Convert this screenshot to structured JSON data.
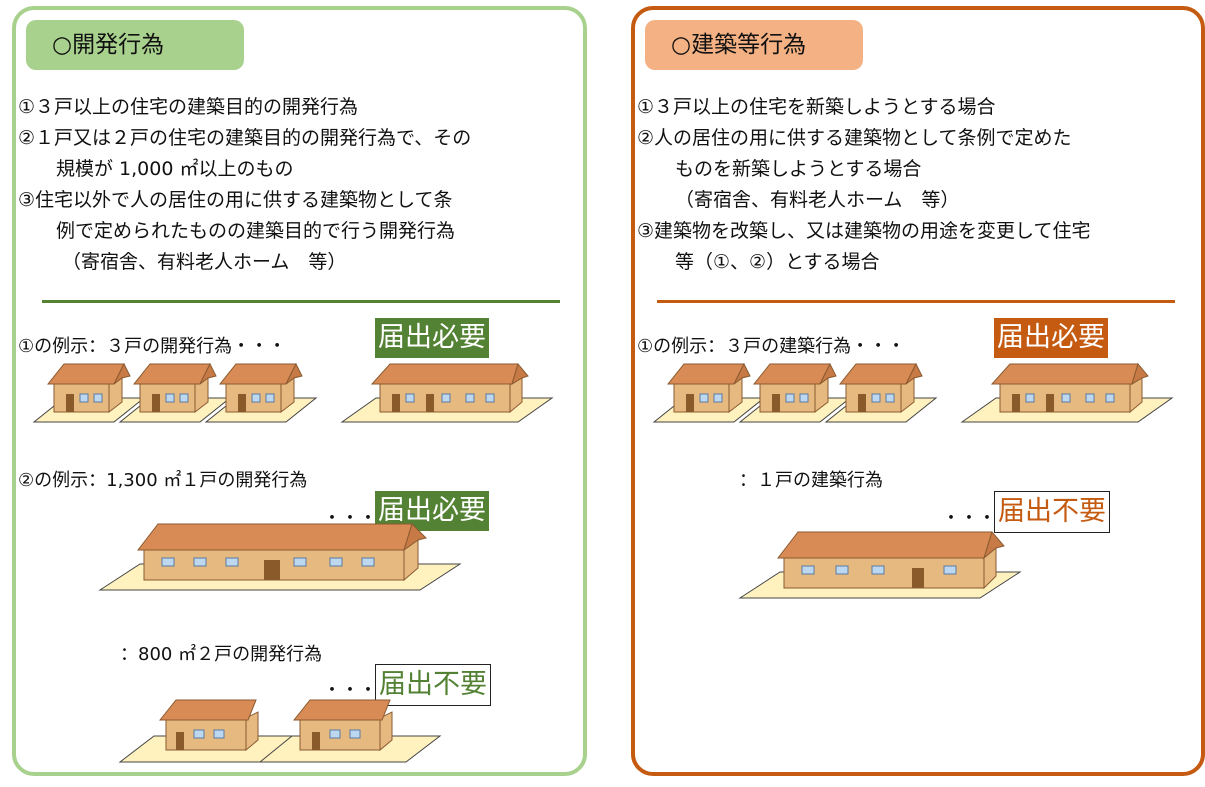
{
  "left": {
    "title": "○開発行為",
    "items": [
      {
        "text": "①３戸以上の住宅の建築目的の開発行為"
      },
      {
        "text": "②１戸又は２戸の住宅の建築目的の開発行為で、その",
        "cont": "規模が 1,000 ㎡以上のもの"
      },
      {
        "text": "③住宅以外で人の居住の用に供する建築物として条",
        "cont": "例で定められたものの建築目的で行う開発行為"
      }
    ],
    "note": "（寄宿舎、有料老人ホーム　等）",
    "example1": {
      "label": "①の例示：３戸の開発行為・・・",
      "badge": "届出必要"
    },
    "example2": {
      "label": "②の例示：1,300 ㎡１戸の開発行為",
      "dots": "・・・",
      "badge": "届出必要"
    },
    "example3": {
      "label": "：800 ㎡２戸の開発行為",
      "dots": "・・・",
      "badge": "届出不要"
    }
  },
  "right": {
    "title": "○建築等行為",
    "items": [
      {
        "text": "①３戸以上の住宅を新築しようとする場合"
      },
      {
        "text": "②人の居住の用に供する建築物として条例で定めた",
        "cont": "ものを新築しようとする場合"
      }
    ],
    "note": "（寄宿舎、有料老人ホーム　等）",
    "items2": [
      {
        "text": "③建築物を改築し、又は建築物の用途を変更して住宅",
        "cont": "等（①、②）とする場合"
      }
    ],
    "example1": {
      "label": "①の例示：３戸の建築行為・・・",
      "badge": "届出必要"
    },
    "example2": {
      "label": "：１戸の建築行為",
      "dots": "・・・",
      "badge": "届出不要"
    }
  },
  "colors": {
    "green_accent": "#548235",
    "green_light": "#a9d18e",
    "orange_accent": "#c55a11",
    "orange_light": "#f4b183",
    "roof": "#d98b55",
    "wall": "#e6b981",
    "lot": "#fff2bf"
  }
}
